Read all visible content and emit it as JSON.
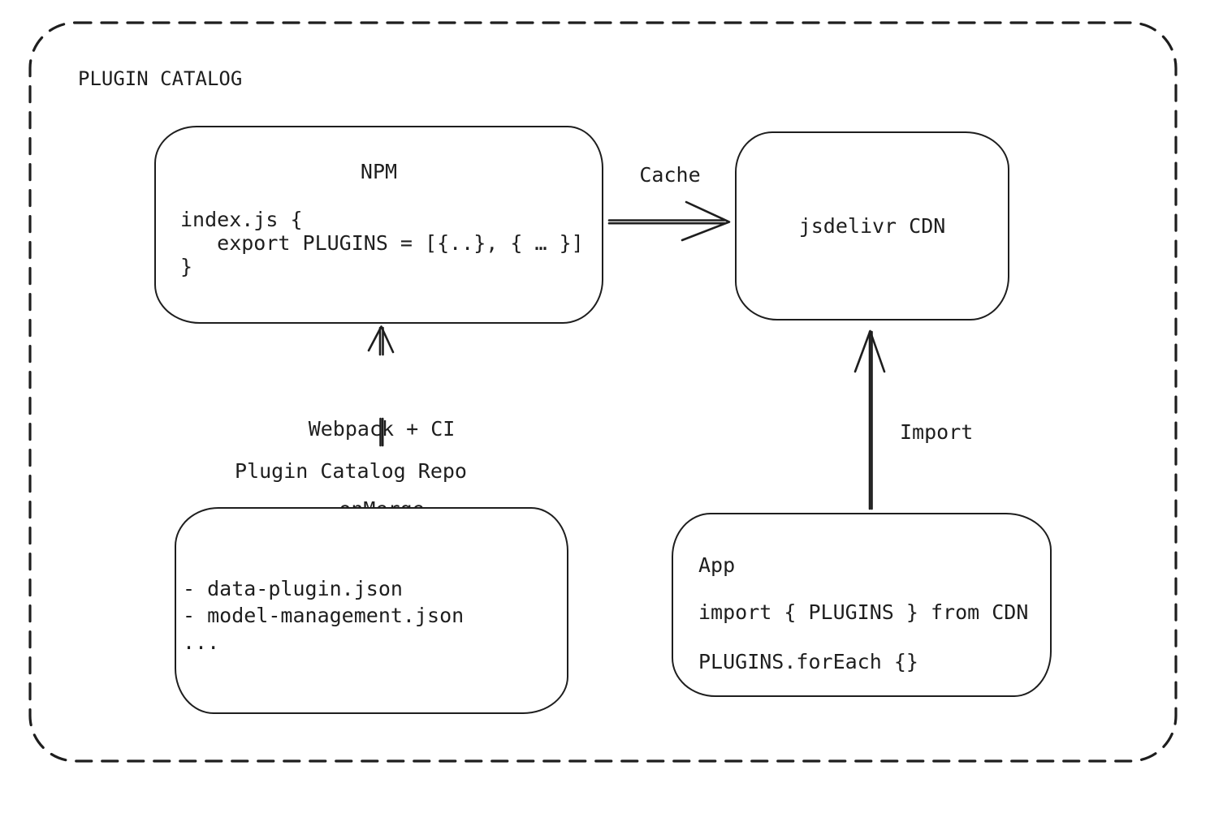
{
  "page": {
    "background": "#ffffff",
    "ink": "#1e1e1e"
  },
  "diagram": {
    "title": "PLUGIN CATALOG",
    "nodes": {
      "npm": {
        "title": "NPM",
        "code_lines": [
          "index.js {",
          "   export PLUGINS = [{..}, { … }]",
          "}"
        ]
      },
      "cdn": {
        "label": "jsdelivr CDN"
      },
      "repo": {
        "label": "Plugin Catalog Repo",
        "items": [
          "- data-plugin.json",
          "- model-management.json",
          "..."
        ]
      },
      "app": {
        "title": "App",
        "code_lines": [
          "import { PLUGINS } from CDN",
          "PLUGINS.forEach {}"
        ]
      }
    },
    "edges": {
      "cache": {
        "label": "Cache",
        "from": "NPM",
        "to": "jsdelivr CDN"
      },
      "build": {
        "label_lines": [
          "Webpack + CI",
          "onMerge"
        ],
        "from": "Plugin Catalog Repo",
        "to": "NPM"
      },
      "import": {
        "label": "Import",
        "from": "App",
        "to": "jsdelivr CDN"
      }
    }
  }
}
